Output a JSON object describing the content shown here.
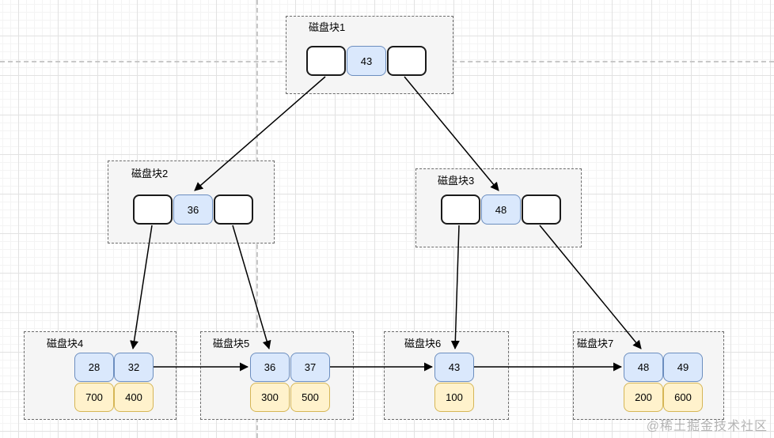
{
  "watermark": "@稀土掘金技术社区",
  "colors": {
    "key_cell_fill": "#dae8fc",
    "key_cell_border": "#6c8ebf",
    "data_cell_fill": "#fff2cc",
    "data_cell_border": "#d6b656",
    "pointer_cell_fill": "#ffffff",
    "pointer_cell_border": "#1a1a1a",
    "block_fill": "#f5f5f5",
    "block_border": "#6b6b6b",
    "arrow": "#000000",
    "grid_major": "#e2e2e2",
    "grid_minor": "#f4f4f4",
    "page_boundary": "#c8c8c8"
  },
  "blocks": {
    "b1": {
      "label": "磁盘块1",
      "key": "43"
    },
    "b2": {
      "label": "磁盘块2",
      "key": "36"
    },
    "b3": {
      "label": "磁盘块3",
      "key": "48"
    },
    "b4": {
      "label": "磁盘块4",
      "keys": [
        "28",
        "32"
      ],
      "data": [
        "700",
        "400"
      ]
    },
    "b5": {
      "label": "磁盘块5",
      "keys": [
        "36",
        "37"
      ],
      "data": [
        "300",
        "500"
      ]
    },
    "b6": {
      "label": "磁盘块6",
      "keys": [
        "43"
      ],
      "data": [
        "100"
      ]
    },
    "b7": {
      "label": "磁盘块7",
      "keys": [
        "48",
        "49"
      ],
      "data": [
        "200",
        "600"
      ]
    }
  }
}
